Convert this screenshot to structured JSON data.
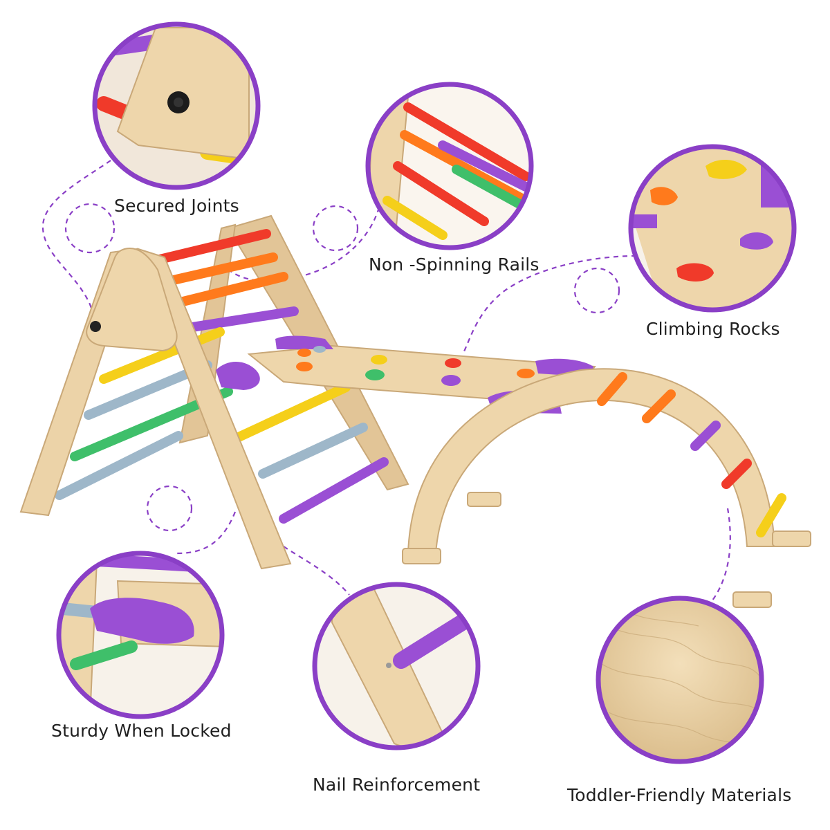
{
  "callouts": {
    "secured_joints": "Secured Joints",
    "non_spinning_rails": "Non -Spinning Rails",
    "climbing_rocks": "Climbing Rocks",
    "sturdy_when_locked": "Sturdy When Locked",
    "nail_reinforcement": "Nail Reinforcement",
    "toddler_friendly_materials": "Toddler-Friendly Materials"
  },
  "colors": {
    "ring_purple": "#8a3fc6",
    "wood": "#e8cfa4",
    "wood_edge": "#c9a878",
    "rail_red": "#f03a2a",
    "rail_orange": "#ff7a1c",
    "rail_yellow": "#f5cf1a",
    "rail_purple": "#9a4fd4",
    "rail_blue": "#9eb7c9",
    "rail_green": "#3fbf6a",
    "background": "#ffffff"
  }
}
